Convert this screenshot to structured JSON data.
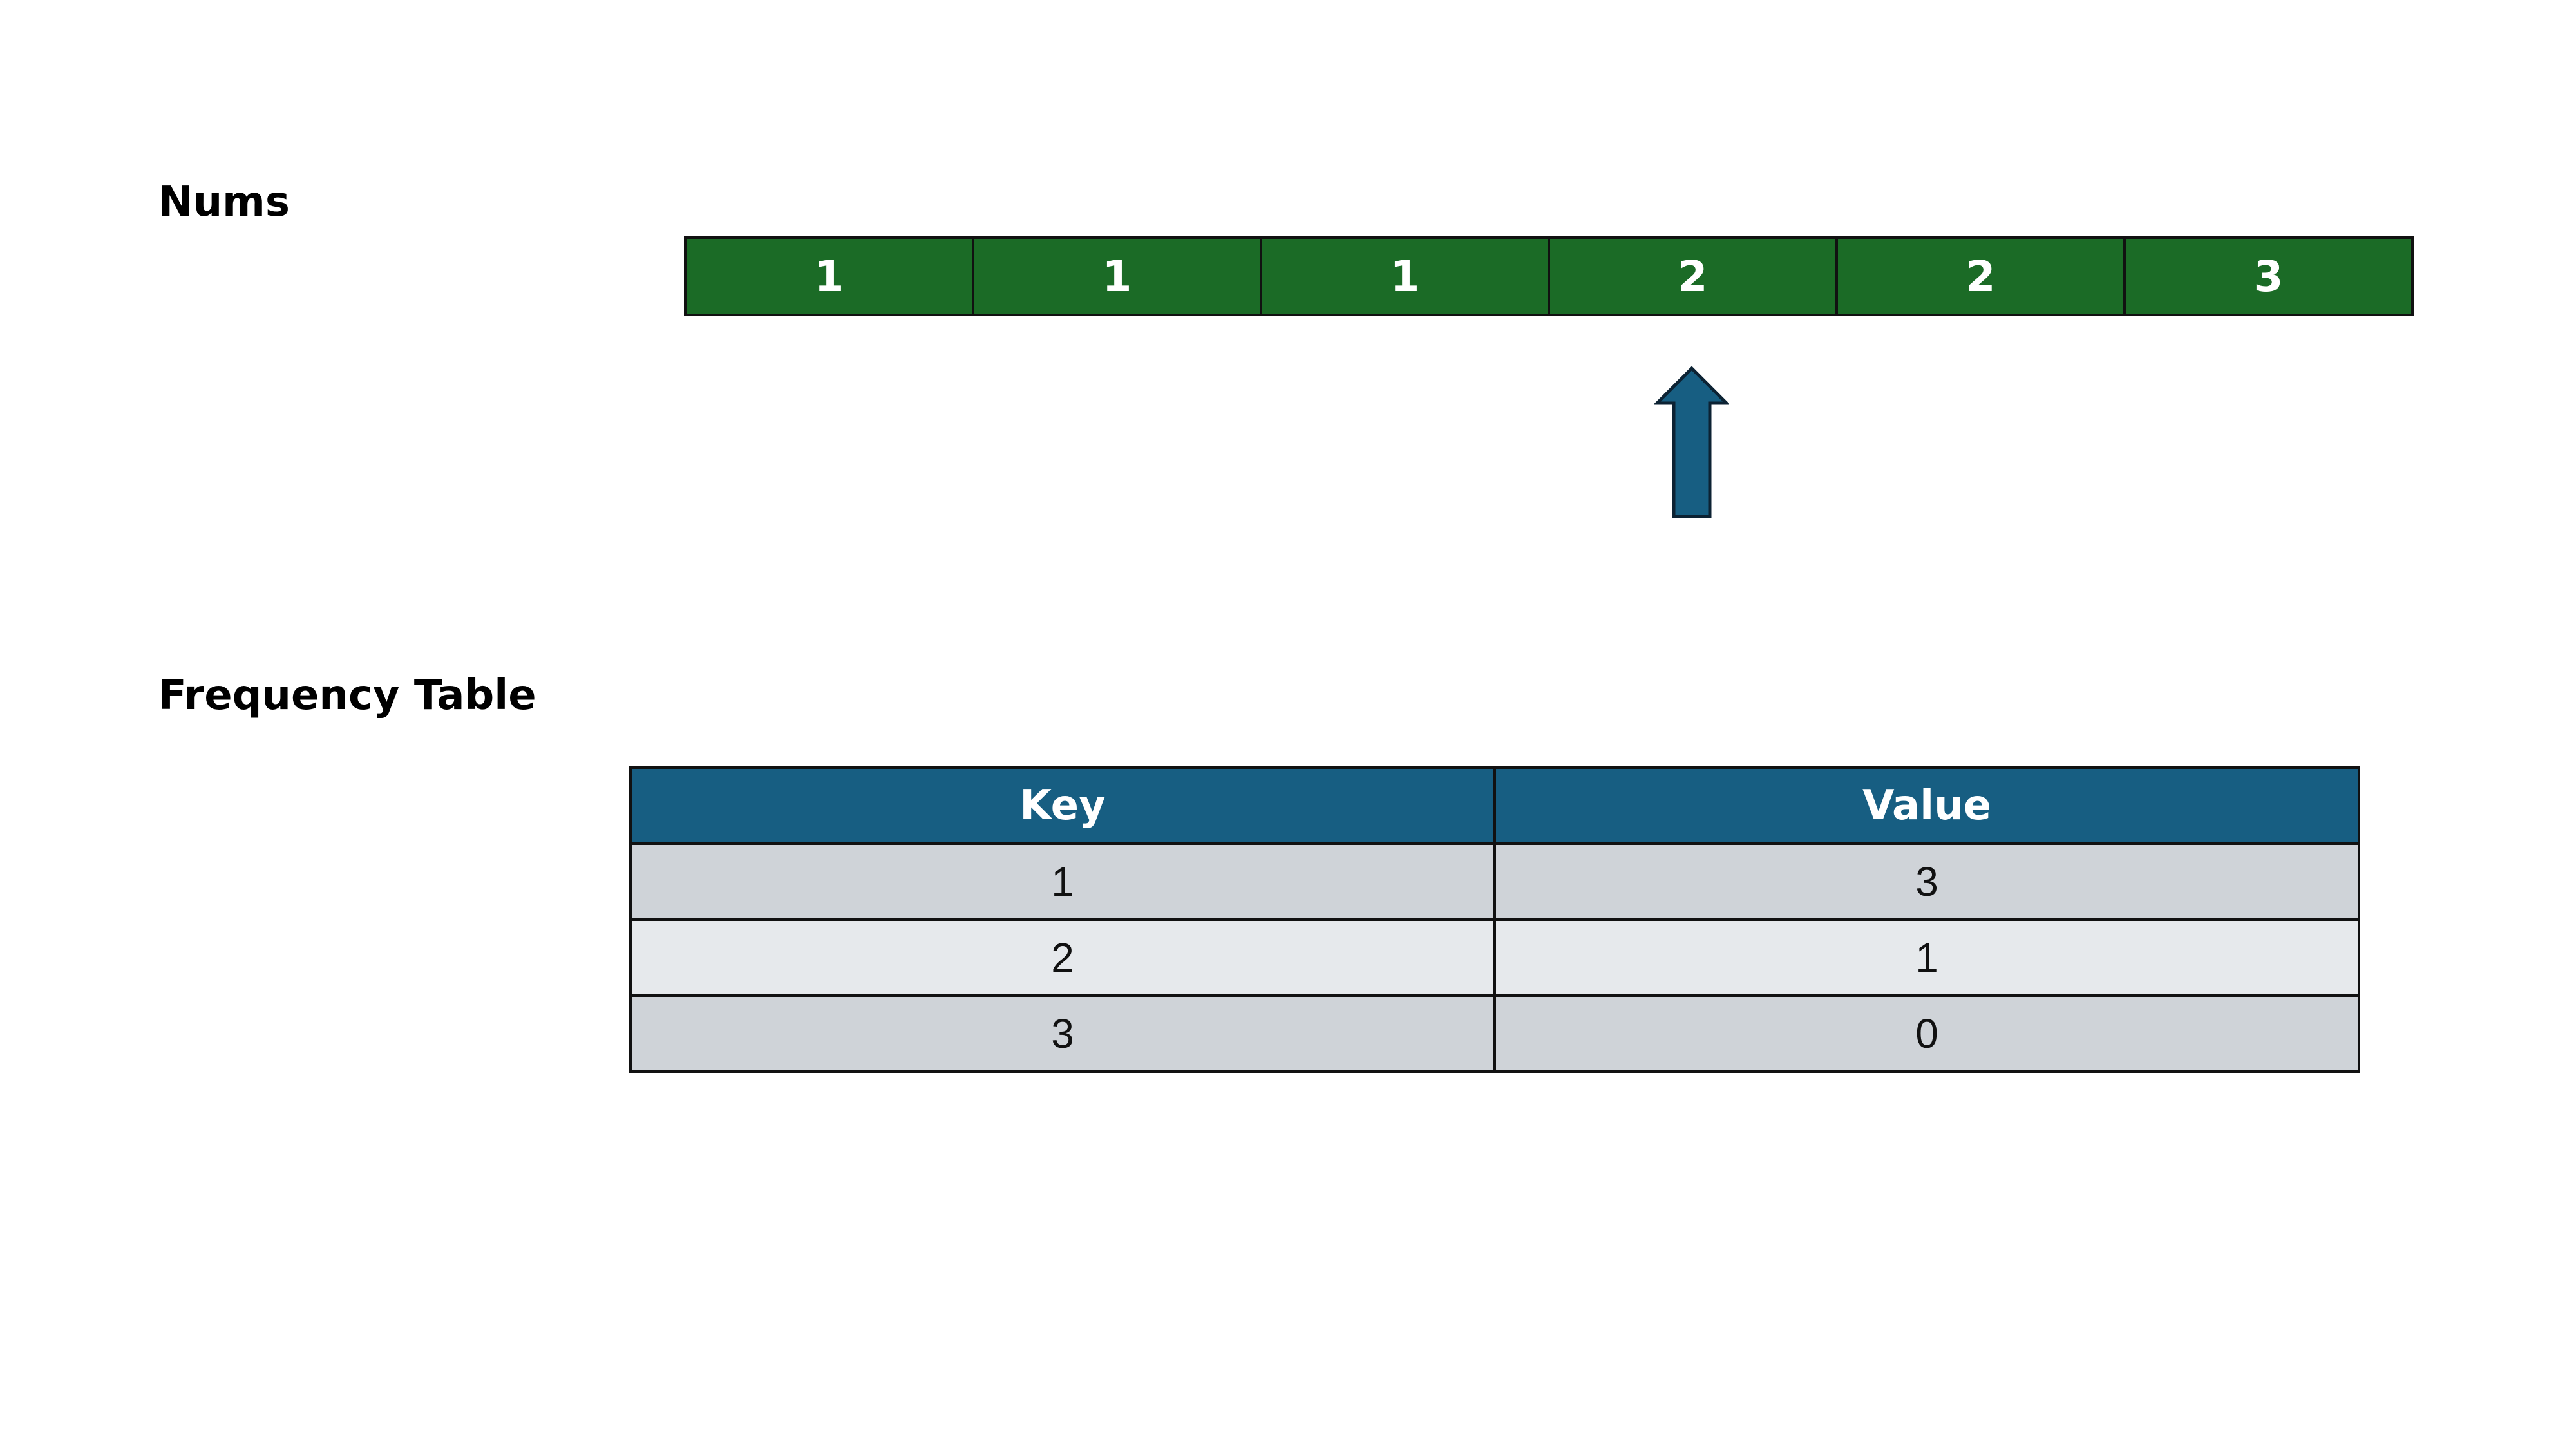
{
  "nums": {
    "label": "Nums",
    "values": [
      "1",
      "1",
      "1",
      "2",
      "2",
      "3"
    ],
    "pointer_index": 3,
    "cell_color": "#1b6b26"
  },
  "frequency_table": {
    "label": "Frequency Table",
    "header_color": "#175e82",
    "columns": [
      "Key",
      "Value"
    ],
    "rows": [
      [
        "1",
        "3"
      ],
      [
        "2",
        "1"
      ],
      [
        "3",
        "0"
      ]
    ]
  },
  "pointer_color": "#175e82"
}
